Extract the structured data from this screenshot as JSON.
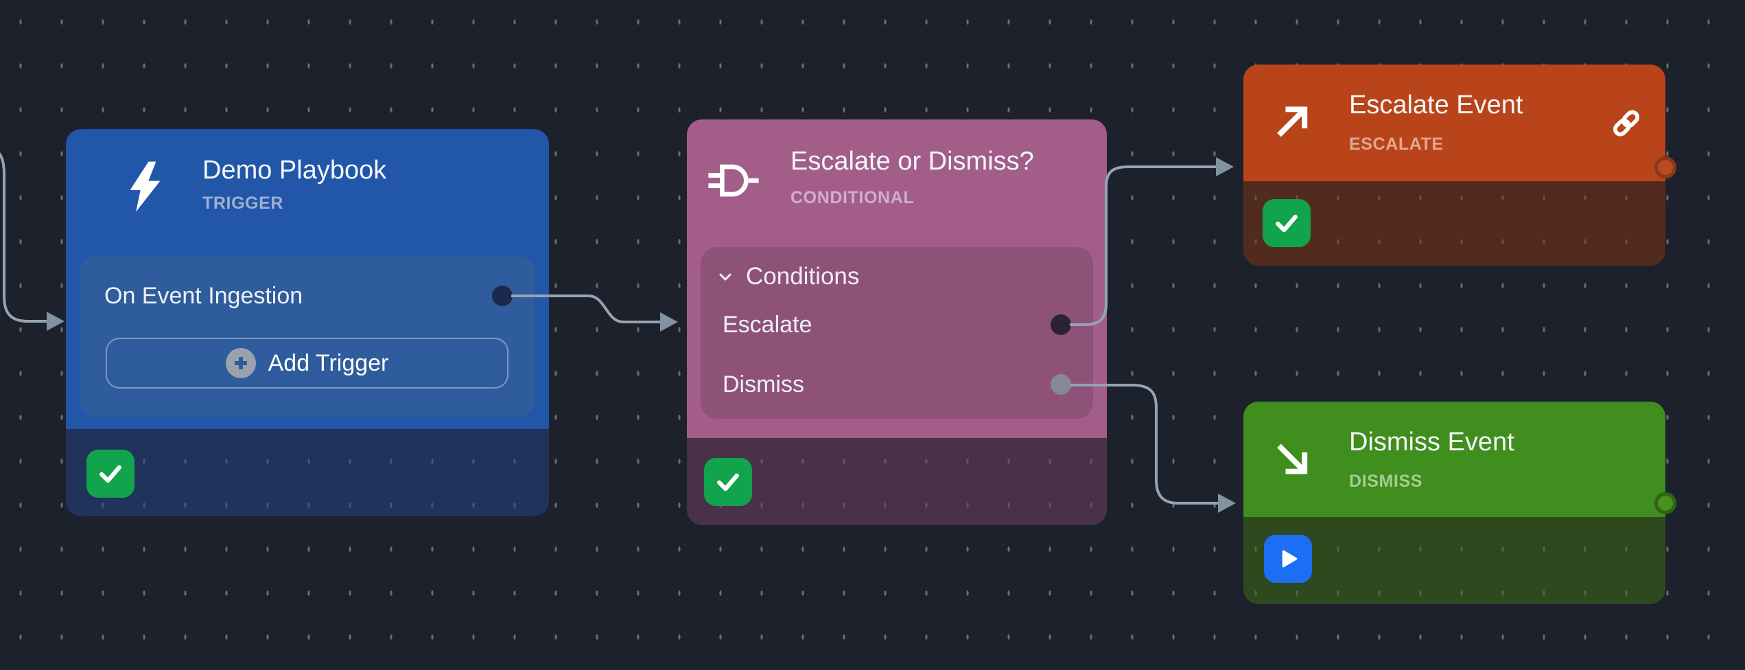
{
  "canvas": {
    "background_color": "#1d212b",
    "grid_dot_color": "#a5a59a",
    "edge_color": "#95a4b4",
    "arrowhead_color": "#8392a2"
  },
  "nodes": {
    "trigger": {
      "title": "Demo Playbook",
      "type_label": "TRIGGER",
      "icon": "lightning-bolt-icon",
      "header_color": "#2156a8",
      "panel_color": "#2e5c9c",
      "footer_color": "#20335a",
      "items": [
        {
          "label": "On Event Ingestion"
        }
      ],
      "button_label": "Add Trigger",
      "status_icon": "check-icon"
    },
    "conditional": {
      "title": "Escalate or Dismiss?",
      "type_label": "CONDITIONAL",
      "icon": "plug-icon",
      "header_color": "#a25e89",
      "panel_color": "#8e5278",
      "footer_color": "#483149",
      "panel_title": "Conditions",
      "conditions": [
        {
          "label": "Escalate"
        },
        {
          "label": "Dismiss"
        }
      ],
      "status_icon": "check-icon"
    },
    "escalate": {
      "title": "Escalate Event",
      "type_label": "ESCALATE",
      "icon": "arrow-up-right-icon",
      "header_color": "#ba4419",
      "footer_color": "#512c1e",
      "corner_icon": "link-icon",
      "status_icon": "check-icon"
    },
    "dismiss": {
      "title": "Dismiss Event",
      "type_label": "DISMISS",
      "icon": "arrow-down-right-icon",
      "header_color": "#3f8e1e",
      "footer_color": "#2d4a1f",
      "status_icon": "play-icon"
    }
  },
  "status_colors": {
    "success_badge": "#12a34d",
    "run_badge": "#1c6ef5"
  }
}
